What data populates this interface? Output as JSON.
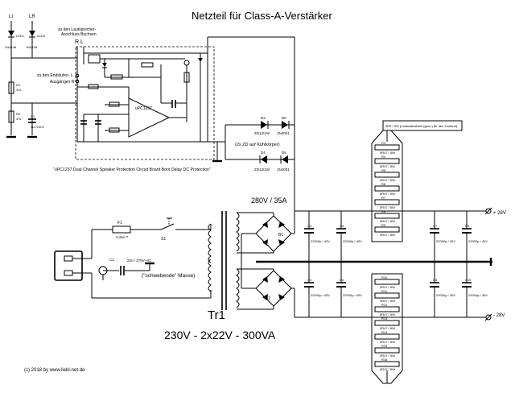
{
  "title": "Netzteil für Class-A-Verstärker",
  "copyright": "(c) 2018 by www.liebl-net.de",
  "protection": {
    "leds": [
      "LED1",
      "LED2"
    ],
    "led_labels": [
      "LI",
      "LR"
    ],
    "diodes_top": [
      "1N4148",
      "1N4148"
    ],
    "speaker_note_1": "zu den Lautsprecher-",
    "speaker_note_2": "Anschluss Buchsen",
    "rl": "R   L",
    "output_note_1": "zu den Endstufen-  L",
    "output_note_2": "Ausgängen  R",
    "ic_label": "uPC1237",
    "board_caption": "\"uPC1237 Dual Channel Speaker Protection Circuit Board Boot Delay DC Protection\"",
    "r1": "R1",
    "r1_val": "47k",
    "r2": "R2",
    "r2_val": "47k",
    "c1": "C1",
    "c1_val": "4u7/100V"
  },
  "zdiodes": {
    "d3": "D3",
    "d4": "D4",
    "d5": "D5",
    "d6": "D6",
    "zd_val": "ZD12/1W",
    "d_val": "1N4001",
    "note": "(2x ZD auf Kühlkörper)"
  },
  "supply": {
    "rating": "280V / 35A",
    "fuse_label": "F1",
    "fuse_val": "3,15A T",
    "switch_label": "S1",
    "cx_val": "22n / 275V~X2",
    "cx_label": "C2",
    "masse": "(\"schwebende\" Masse)",
    "tr_label": "Tr1",
    "tr_spec": "230V - 2x22V - 300VA",
    "b1": "B1",
    "b2": "B2",
    "pos_label": "+ 28V",
    "neg_label": "- 28V",
    "bleed_note": "3R3 / 5W  (Lastwiderstand (gem.) für den Zustand)",
    "cap_val": "22000µ / 40V",
    "caps_top": [
      "C3",
      "C5",
      "C7",
      "C9"
    ],
    "caps_bot": [
      "C4",
      "C6",
      "C8",
      "C10"
    ],
    "res_val": "0R47 / 5W",
    "res_top": [
      "R3",
      "R4",
      "R5",
      "R6",
      "R7",
      "R8",
      "R9"
    ],
    "res_bot": [
      "R10",
      "R11",
      "R12",
      "R13",
      "R14",
      "R15",
      "R16"
    ]
  }
}
